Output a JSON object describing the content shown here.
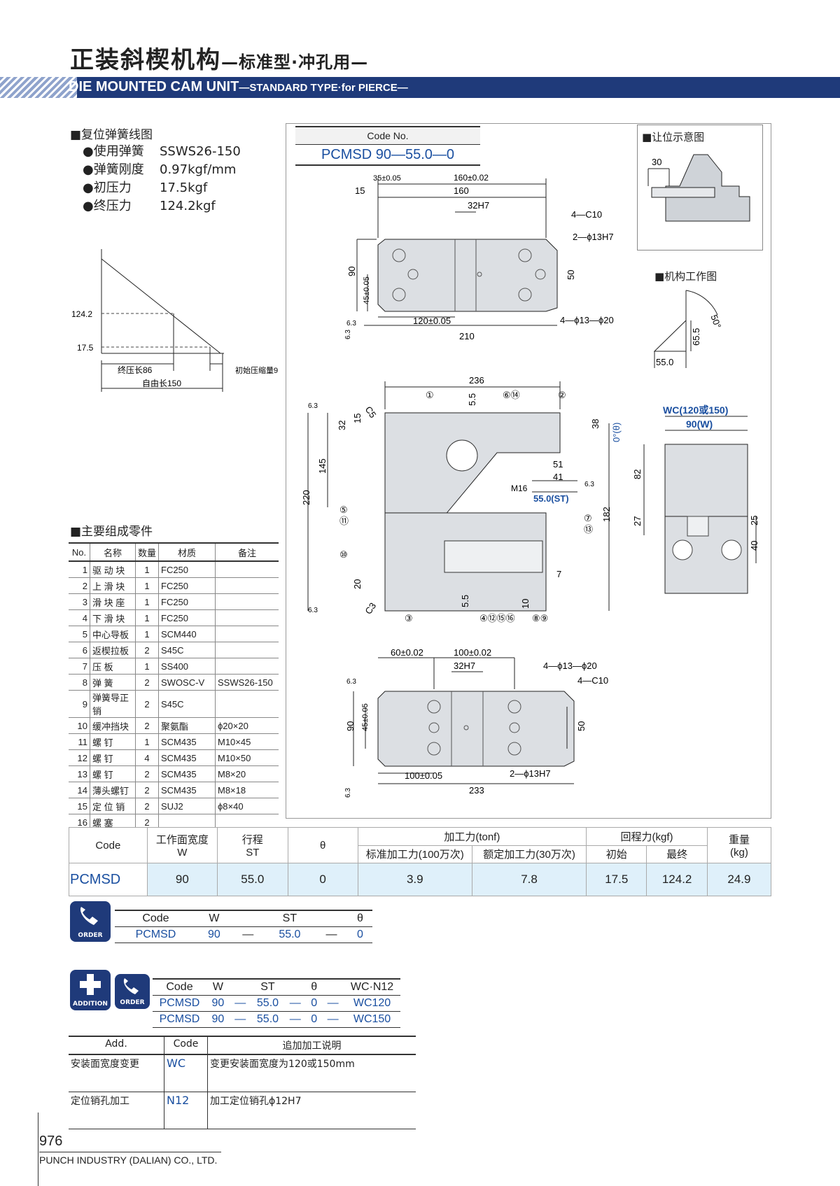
{
  "header": {
    "title_cn": "正装斜楔机构",
    "title_cn_sub": "—标准型·冲孔用—",
    "title_en": "DIE MOUNTED CAM UNIT",
    "title_en_sub": "—STANDARD TYPE·for PIERCE—"
  },
  "spring": {
    "heading": "■复位弹簧线图",
    "items": [
      {
        "label": "●使用弹簧",
        "value": "SSWS26-150"
      },
      {
        "label": "●弹簧刚度",
        "value": "0.97kgf/mm"
      },
      {
        "label": "●初压力",
        "value": "17.5kgf"
      },
      {
        "label": "●终压力",
        "value": "124.2kgf"
      }
    ],
    "chart": {
      "y_labels": [
        "124.2",
        "17.5"
      ],
      "labels": [
        "终压长86",
        "初始压缩量9",
        "自由长150"
      ]
    }
  },
  "code_no": {
    "label": "Code No.",
    "value": "PCMSD 90—55.0—0"
  },
  "right_panel": {
    "clearance_heading": "■让位示意图",
    "clearance_dim": "30",
    "mechanism_heading": "■机构工作图",
    "mechanism_dims": [
      "65.5",
      "50°",
      "55.0"
    ]
  },
  "top_view": {
    "dims": [
      "35±0.05",
      "160±0.02",
      "15",
      "160",
      "32H7",
      "4—C10",
      "2—ϕ13H7",
      "90",
      "45±0.05",
      "50",
      "6.3",
      "120±0.05",
      "4—ϕ13—ϕ20",
      "6.3",
      "210"
    ]
  },
  "front_view": {
    "dims": [
      "236",
      "6.3",
      "C5",
      "15",
      "32",
      "5.5",
      "38",
      "0°(θ)",
      "145",
      "220",
      "51",
      "41",
      "M16",
      "55.0(ST)",
      "6.3",
      "182",
      "20",
      "C3",
      "6.3",
      "5.5",
      "10",
      "7"
    ],
    "balloons": [
      "①",
      "⑥⑭",
      "②",
      "⑤",
      "⑪",
      "⑦",
      "⑬",
      "⑩",
      "③",
      "④⑫⑮⑯",
      "⑧⑨"
    ]
  },
  "side_view": {
    "dims": [
      "WC(120或150)",
      "90(W)",
      "82",
      "27",
      "25",
      "40"
    ]
  },
  "bottom_view": {
    "dims": [
      "60±0.02",
      "100±0.02",
      "32H7",
      "4—ϕ13—ϕ20",
      "4—C10",
      "6.3",
      "45±0.05",
      "90",
      "50",
      "100±0.05",
      "2—ϕ13H7",
      "233",
      "6.3"
    ]
  },
  "parts": {
    "heading": "■主要组成零件",
    "columns": [
      "No.",
      "名称",
      "数量",
      "材质",
      "备注"
    ],
    "rows": [
      [
        "1",
        "驱 动 块",
        "1",
        "FC250",
        ""
      ],
      [
        "2",
        "上 滑 块",
        "1",
        "FC250",
        ""
      ],
      [
        "3",
        "滑 块 座",
        "1",
        "FC250",
        ""
      ],
      [
        "4",
        "下 滑 块",
        "1",
        "FC250",
        ""
      ],
      [
        "5",
        "中心导板",
        "1",
        "SCM440",
        ""
      ],
      [
        "6",
        "返楔拉板",
        "2",
        "S45C",
        ""
      ],
      [
        "7",
        "压    板",
        "1",
        "SS400",
        ""
      ],
      [
        "8",
        "弹    簧",
        "2",
        "SWOSC-V",
        "SSWS26-150"
      ],
      [
        "9",
        "弹簧导正销",
        "2",
        "S45C",
        ""
      ],
      [
        "10",
        "缓冲挡块",
        "2",
        "聚氨酯",
        "ϕ20×20"
      ],
      [
        "11",
        "螺    钉",
        "1",
        "SCM435",
        "M10×45"
      ],
      [
        "12",
        "螺    钉",
        "4",
        "SCM435",
        "M10×50"
      ],
      [
        "13",
        "螺    钉",
        "2",
        "SCM435",
        "M8×20"
      ],
      [
        "14",
        "薄头螺钉",
        "2",
        "SCM435",
        "M8×18"
      ],
      [
        "15",
        "定 位 销",
        "2",
        "SUJ2",
        "ϕ8×40"
      ],
      [
        "16",
        "螺    塞",
        "2",
        "",
        ""
      ]
    ]
  },
  "spec_table": {
    "h_code": "Code",
    "h_w": "工作面宽度\nW",
    "h_st": "行程\nST",
    "h_theta": "θ",
    "h_force": "加工力(tonf)",
    "h_force_std": "标准加工力(100万次)",
    "h_force_rated": "额定加工力(30万次)",
    "h_return": "回程力(kgf)",
    "h_return_init": "初始",
    "h_return_final": "最终",
    "h_weight": "重量\n(kg)",
    "row": {
      "code": "PCMSD",
      "w": "90",
      "st": "55.0",
      "theta": "0",
      "std": "3.9",
      "rated": "7.8",
      "init": "17.5",
      "final": "124.2",
      "weight": "24.9"
    }
  },
  "order": {
    "icon_text": "ORDER",
    "headers": [
      "Code",
      "W",
      "ST",
      "θ"
    ],
    "row": [
      "PCMSD",
      "90",
      "—",
      "55.0",
      "—",
      "0"
    ]
  },
  "addition": {
    "icon_text": "ADDITION",
    "order_icon_text": "ORDER",
    "headers": [
      "Code",
      "W",
      "ST",
      "θ",
      "WC·N12"
    ],
    "rows": [
      [
        "PCMSD",
        "90",
        "—",
        "55.0",
        "—",
        "0",
        "—",
        "WC120"
      ],
      [
        "PCMSD",
        "90",
        "—",
        "55.0",
        "—",
        "0",
        "—",
        "WC150"
      ]
    ],
    "table_headers": [
      "Add.",
      "Code",
      "追加加工说明"
    ],
    "table_rows": [
      [
        "安装面宽度变更",
        "WC",
        "变更安装面宽度为120或150mm"
      ],
      [
        "定位销孔加工",
        "N12",
        "加工定位销孔ϕ12H7"
      ]
    ]
  },
  "footer": {
    "page": "976",
    "company": "PUNCH INDUSTRY (DALIAN) CO., LTD."
  }
}
